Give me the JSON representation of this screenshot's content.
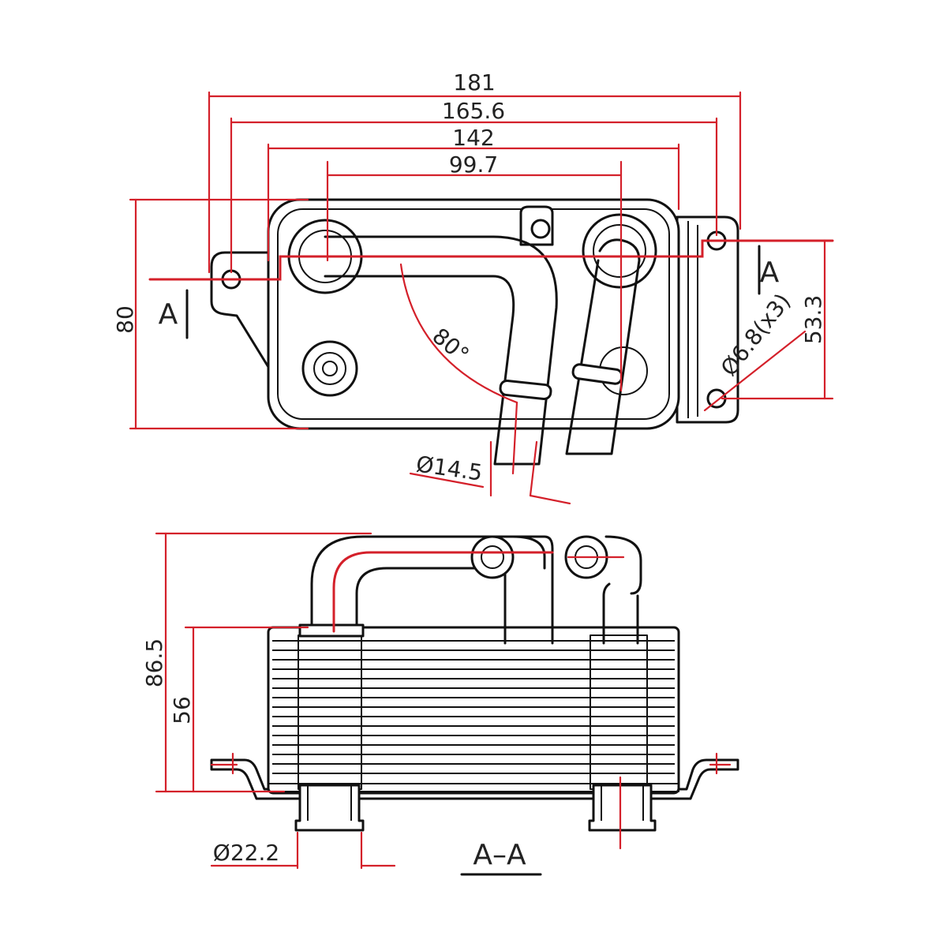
{
  "dimensions": {
    "width_181": "181",
    "width_165_6": "165.6",
    "width_142": "142",
    "width_99_7": "99.7",
    "height_80": "80",
    "height_53_3": "53.3",
    "angle": "80°",
    "hole_diameter": "Ø6.8(x3)",
    "pipe_diameter": "Ø14.5",
    "height_86_5": "86.5",
    "height_56": "56",
    "port_diameter": "Ø22.2"
  },
  "section": {
    "marker_left": "A",
    "marker_right": "A",
    "view_label": "A–A"
  },
  "colors": {
    "outline": "#111111",
    "dimension": "#d4202a"
  }
}
